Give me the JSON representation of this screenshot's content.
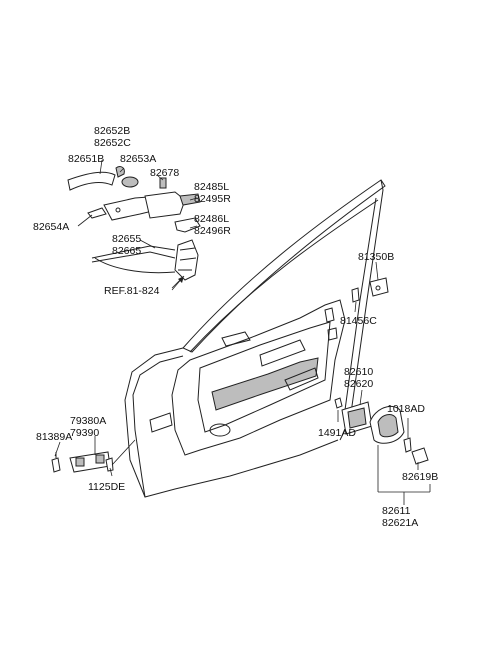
{
  "diagram": {
    "labels": {
      "l82652B": "82652B",
      "l82652C": "82652C",
      "l82651B": "82651B",
      "l82653A": "82653A",
      "l82678": "82678",
      "l82485L": "82485L",
      "l82495R": "82495R",
      "l82654A": "82654A",
      "l82486L": "82486L",
      "l82496R": "82496R",
      "l82655": "82655",
      "l82665": "82665",
      "lREF": "REF.81-824",
      "l81350B": "81350B",
      "l81456C": "81456C",
      "l82610": "82610",
      "l82620": "82620",
      "l79380A": "79380A",
      "l79390": "79390",
      "l81389A": "81389A",
      "l1018AD": "1018AD",
      "l1491AD": "1491AD",
      "l82619B": "82619B",
      "l1125DE": "1125DE",
      "l82611": "82611",
      "l82621A": "82621A"
    },
    "colors": {
      "ink": "#222222",
      "fill": "#ffffff",
      "shade": "#bdbdbd"
    }
  }
}
